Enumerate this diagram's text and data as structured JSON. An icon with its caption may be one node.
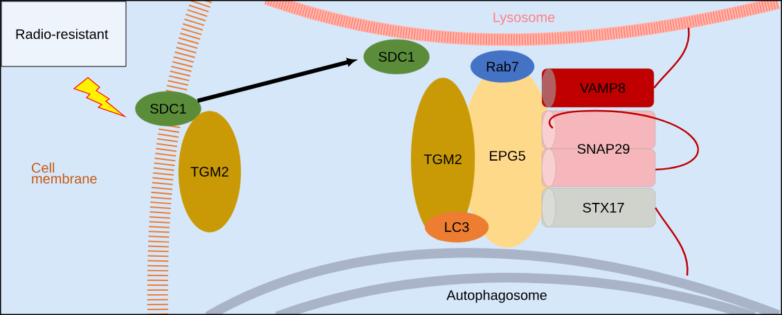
{
  "diagram": {
    "nodes": [
      {
        "text": [
          "Radio-resistant"
        ]
      },
      {
        "text": [
          "SDC1"
        ]
      },
      {
        "text": [
          "TGM2"
        ]
      },
      {
        "text": [
          "SDC1"
        ]
      },
      {
        "text": [
          "Rab7"
        ]
      },
      {
        "text": [
          "TGM2"
        ]
      },
      {
        "text": [
          "EPG5"
        ]
      },
      {
        "text": [
          "VAMP8"
        ]
      },
      {
        "text": [
          "SNAP29"
        ]
      },
      {
        "text": [
          "STX17"
        ]
      },
      {
        "text": [
          "LC3"
        ]
      },
      {
        "text": [
          "Lysosome"
        ]
      },
      {
        "text": [
          "Autophagosome"
        ]
      }
    ],
    "edges": [
      {
        "from": 1,
        "to": 3,
        "arrow": "to",
        "style": "thick",
        "color": "#000000"
      },
      {
        "from": 7,
        "to": 11,
        "arrow": "none"
      },
      {
        "from": 8,
        "to": 8,
        "arrow": "none"
      },
      {
        "from": 9,
        "to": 12,
        "arrow": "none"
      }
    ],
    "labels": [
      "Cell membrane"
    ]
  }
}
